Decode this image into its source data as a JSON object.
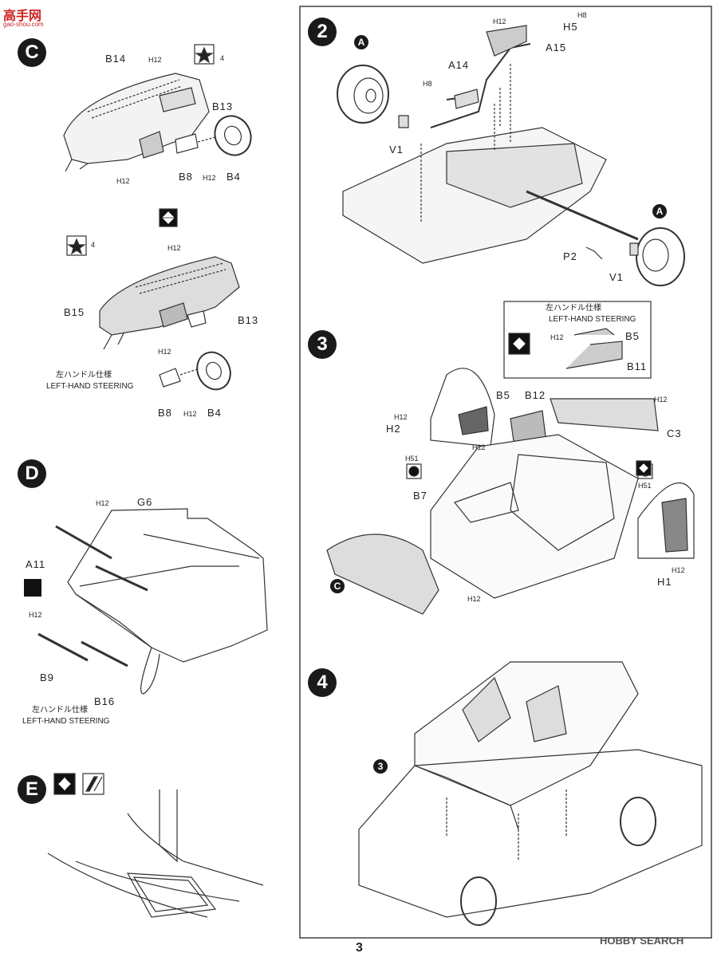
{
  "watermark": {
    "site_cn": "高手网",
    "site_url": "gao-shou.com",
    "brand": "HOBBY SEARCH"
  },
  "page_number": "3",
  "steps": {
    "C": "C",
    "D": "D",
    "E": "E",
    "two": "2",
    "three": "3",
    "four": "4"
  },
  "sectionC": {
    "B14": "B14",
    "H12a": "H12",
    "star": "4",
    "B13": "B13",
    "H12b": "H12",
    "B8": "B8",
    "H12c": "H12",
    "B4": "B4",
    "H12d": "H12",
    "star2": "4",
    "B15": "B15",
    "B13b": "B13",
    "H12e": "H12",
    "lh_jp": "左ハンドル仕様",
    "lh_en": "LEFT-HAND STEERING",
    "B8b": "B8",
    "H12f": "H12",
    "B4b": "B4"
  },
  "sectionD": {
    "H12a": "H12",
    "G6": "G6",
    "A11": "A11",
    "H12b": "H12",
    "B9": "B9",
    "B16": "B16",
    "lh_jp": "左ハンドル仕様",
    "lh_en": "LEFT-HAND STEERING"
  },
  "step2": {
    "A1": "A",
    "A2": "A",
    "H12": "H12",
    "H8a": "H8",
    "H5": "H5",
    "A15": "A15",
    "A14": "A14",
    "H8b": "H8",
    "V1a": "V1",
    "P2": "P2",
    "V1b": "V1"
  },
  "step3": {
    "lh_jp": "左ハンドル仕様",
    "lh_en": "LEFT-HAND STEERING",
    "H12a": "H12",
    "B5a": "B5",
    "B11": "B11",
    "H12b": "H12",
    "H2": "H2",
    "B5b": "B5",
    "B12": "B12",
    "H12c": "H12",
    "H12d": "H12",
    "C3": "C3",
    "H51a": "H51",
    "B7": "B7",
    "H51b": "H51",
    "H12e": "H12",
    "H1": "H1",
    "C": "C",
    "H12f": "H12"
  },
  "step4": {
    "ref": "3"
  }
}
